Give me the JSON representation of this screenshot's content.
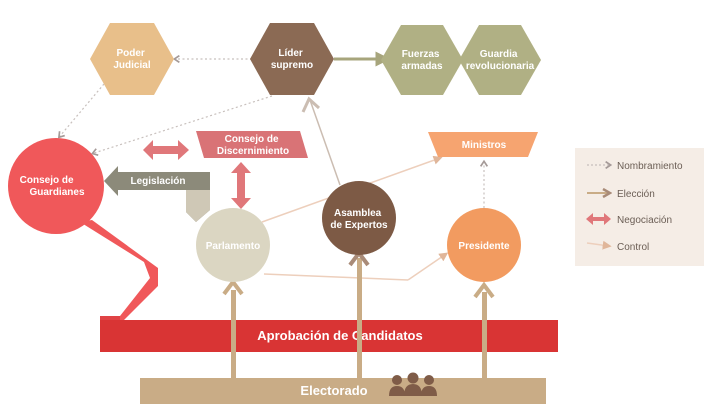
{
  "colors": {
    "judicial": "#e8bf8a",
    "lider": "#8b6a54",
    "fuerzas": "#b0b084",
    "consejo_guardianes": "#f0585a",
    "consejo_discernimiento": "#d97376",
    "legislacion": "#8c8a7a",
    "parlamento": "#dbd6c2",
    "asamblea": "#7d5a45",
    "presidente": "#f29b60",
    "ministros": "#f6a470",
    "aprobacion": "#d93434",
    "electorado": "#c9ac86",
    "legend_bg": "#f5ede6"
  },
  "nodes": {
    "poder_judicial": [
      "Poder",
      "Judicial"
    ],
    "lider_supremo": [
      "Líder",
      "supremo"
    ],
    "fuerzas_armadas": [
      "Fuerzas",
      "armadas"
    ],
    "guardia_revolucionaria": [
      "Guardia",
      "revolucionaria"
    ],
    "consejo_guardianes": [
      "Consejo",
      "de",
      "Guardianes"
    ],
    "consejo_discernimiento": [
      "Consejo de",
      "Discernimiento"
    ],
    "legislacion": "Legislación",
    "parlamento": "Parlamento",
    "asamblea_expertos": [
      "Asamblea",
      "de Expertos"
    ],
    "presidente": "Presidente",
    "ministros": "Ministros",
    "aprobacion_candidatos": "Aprobación de Candidatos",
    "electorado": "Electorado"
  },
  "legend": {
    "items": [
      {
        "label": "Nombramiento",
        "icon": "dotted-arrow-icon"
      },
      {
        "label": "Elección",
        "icon": "solid-arrow-icon"
      },
      {
        "label": "Negociación",
        "icon": "double-arrow-icon"
      },
      {
        "label": "Control",
        "icon": "thin-arrow-icon"
      }
    ]
  }
}
